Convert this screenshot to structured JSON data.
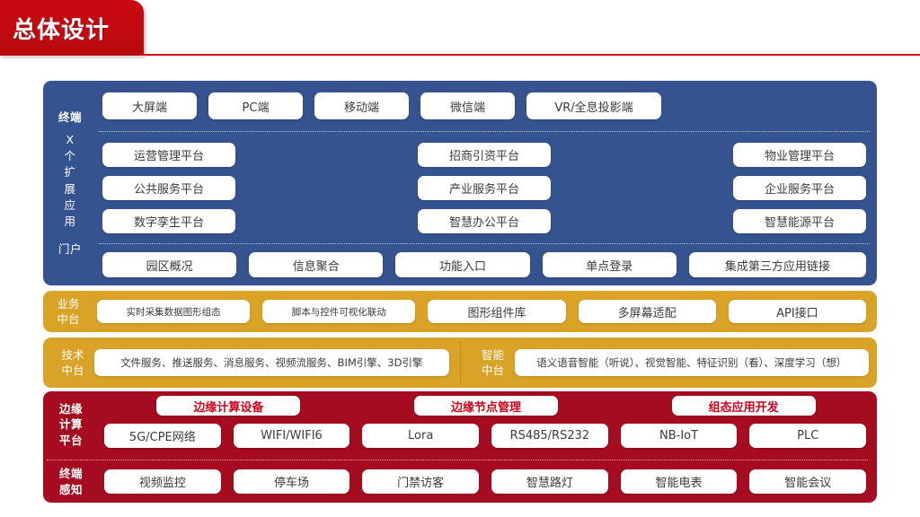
{
  "header": {
    "title": "总体设计"
  },
  "colors": {
    "accent_red": "#c20a12",
    "blue": "#35538e",
    "orange": "#d9a328",
    "dark_red": "#a50c21",
    "chip_red_text": "#d0021b"
  },
  "blue_section": {
    "terminal_label": "终端",
    "extension_label": "X 个 扩 展 应 用",
    "extension_label_chars": [
      "X",
      "个",
      "扩",
      "展",
      "应",
      "用"
    ],
    "portal_label": "门户",
    "terminals": [
      "大屏端",
      "PC端",
      "移动端",
      "微信端",
      "VR/全息投影端"
    ],
    "applications": [
      [
        "运营管理平台",
        "招商引资平台",
        "物业管理平台"
      ],
      [
        "公共服务平台",
        "产业服务平台",
        "企业服务平台"
      ],
      [
        "数字孪生平台",
        "智慧办公平台",
        "智慧能源平台"
      ]
    ],
    "portal_items": [
      "园区概况",
      "信息聚合",
      "功能入口",
      "单点登录",
      "集成第三方应用链接"
    ]
  },
  "business_middle_platform": {
    "label_line1": "业务",
    "label_line2": "中台",
    "items": [
      "实时采集数据图形组态",
      "脚本与控件可视化联动",
      "图形组件库",
      "多屏幕适配",
      "API接口"
    ]
  },
  "technical_middle_platform": {
    "label_line1": "技术",
    "label_line2": "中台",
    "content": "文件服务、推送服务、消息服务、视频流服务、BIM引擎、3D引擎"
  },
  "intelligent_middle_platform": {
    "label_line1": "智能",
    "label_line2": "中台",
    "content": "语义语音智能（听说）、视觉智能、特征识别（看）、深度学习（想）"
  },
  "edge_computing_platform": {
    "label_line1": "边缘",
    "label_line2": "计算",
    "label_line3": "平台",
    "headers": [
      "边缘计算设备",
      "边缘节点管理",
      "组态应用开发"
    ],
    "networks": [
      "5G/CPE网络",
      "WIFI/WIFI6",
      "Lora",
      "RS485/RS232",
      "NB-IoT",
      "PLC"
    ]
  },
  "terminal_perception": {
    "label_line1": "终端",
    "label_line2": "感知",
    "items": [
      "视频监控",
      "停车场",
      "门禁访客",
      "智慧路灯",
      "智能电表",
      "智能会议"
    ]
  }
}
